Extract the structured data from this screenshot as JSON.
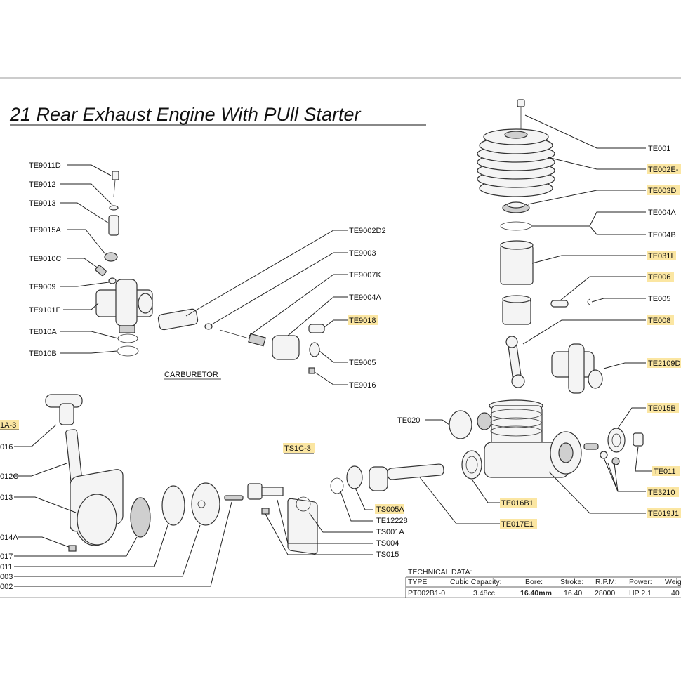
{
  "title": "21 Rear Exhaust Engine With  PUll Starter",
  "carburetor_label": "CARBURETOR",
  "labels": {
    "TE9011D": "TE9011D",
    "TE9012": "TE9012",
    "TE9013": "TE9013",
    "TE9015A": "TE9015A",
    "TE9010C": "TE9010C",
    "TE9009": "TE9009",
    "TE9101F": "TE9101F",
    "TE010A": "TE010A",
    "TE010B": "TE010B",
    "TE9002D2": "TE9002D2",
    "TE9003": "TE9003",
    "TE9007K": "TE9007K",
    "TE9004A": "TE9004A",
    "TE9018": "TE9018",
    "TE9005": "TE9005",
    "TE9016": "TE9016",
    "TE001": "TE001",
    "TE002E": "TE002E-",
    "TE003D": "TE003D",
    "TE004A": "TE004A",
    "TE004B": "TE004B",
    "TE031I": "TE031I",
    "TE006": "TE006",
    "TE005": "TE005",
    "TE008": "TE008",
    "TE2109D": "TE2109D",
    "TE015B": "TE015B",
    "TE011": "TE011",
    "TE3210": "TE3210",
    "TE019J1": "TE019J1",
    "TE020": "TE020",
    "TE016B1": "TE016B1",
    "TE017E1": "TE017E1",
    "TS1C3": "TS1C-3",
    "TS005A": "TS005A",
    "TE12228": "TE12228",
    "TS001A": "TS001A",
    "TS004": "TS004",
    "TS015": "TS015",
    "L1A3": "1A-3",
    "L016": "016",
    "L012C": "012C",
    "L013": "013",
    "L014A": "014A",
    "L017": "017",
    "L011": "011",
    "L003": "003",
    "L002": "002"
  },
  "technical": {
    "heading": "TECHNICAL DATA:",
    "headers": [
      "TYPE",
      "Cubic Capacity:",
      "Bore:",
      "Stroke:",
      "R.P.M:",
      "Power:",
      "Weig"
    ],
    "row": [
      "PT002B1-0",
      "3.48cc",
      "16.40mm",
      "16.40",
      "28000",
      "HP 2.1",
      "40"
    ]
  }
}
